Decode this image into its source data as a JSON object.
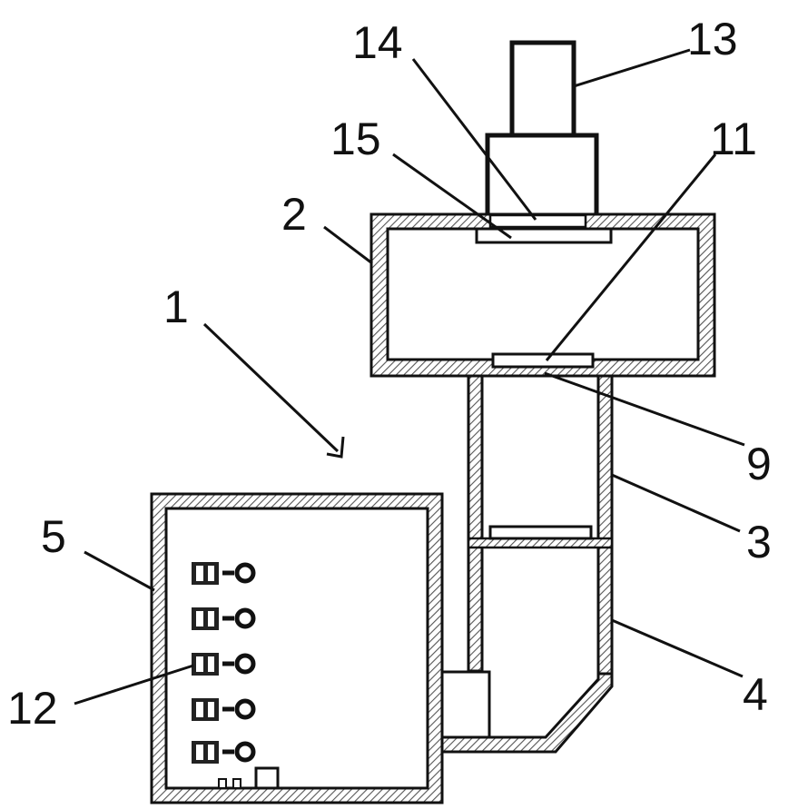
{
  "figure": {
    "background": "#ffffff",
    "stroke_color": "#111111",
    "hatch_color": "#555555"
  },
  "labels": {
    "l1": "1",
    "l2": "2",
    "l3": "3",
    "l4": "4",
    "l5": "5",
    "l9": "9",
    "l11": "11",
    "l12": "12",
    "l13": "13",
    "l14": "14",
    "l15": "15"
  }
}
